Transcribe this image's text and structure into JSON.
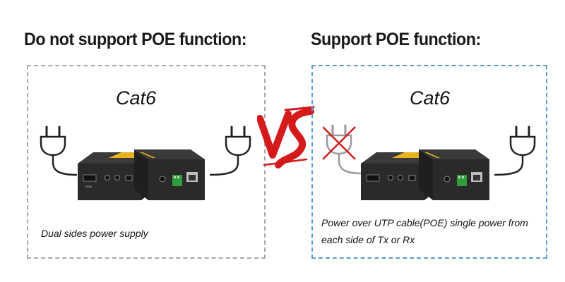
{
  "left": {
    "heading": "Do not support POE function:",
    "cable_label": "Cat6",
    "note": "Dual sides power supply"
  },
  "right": {
    "heading": "Support POE function:",
    "cable_label": "Cat6",
    "note_line1": "Power over UTP cable(POE) single power from",
    "note_line2": "each side of Tx or Rx"
  },
  "vs_label": "VS",
  "colors": {
    "left_border": "#a8a8a8",
    "right_border": "#5b9bd5",
    "vs_red": "#d41a1a",
    "device_body": "#2a2a2a",
    "device_stripe": "#e8b21e",
    "terminal_green": "#2f9e3a"
  }
}
